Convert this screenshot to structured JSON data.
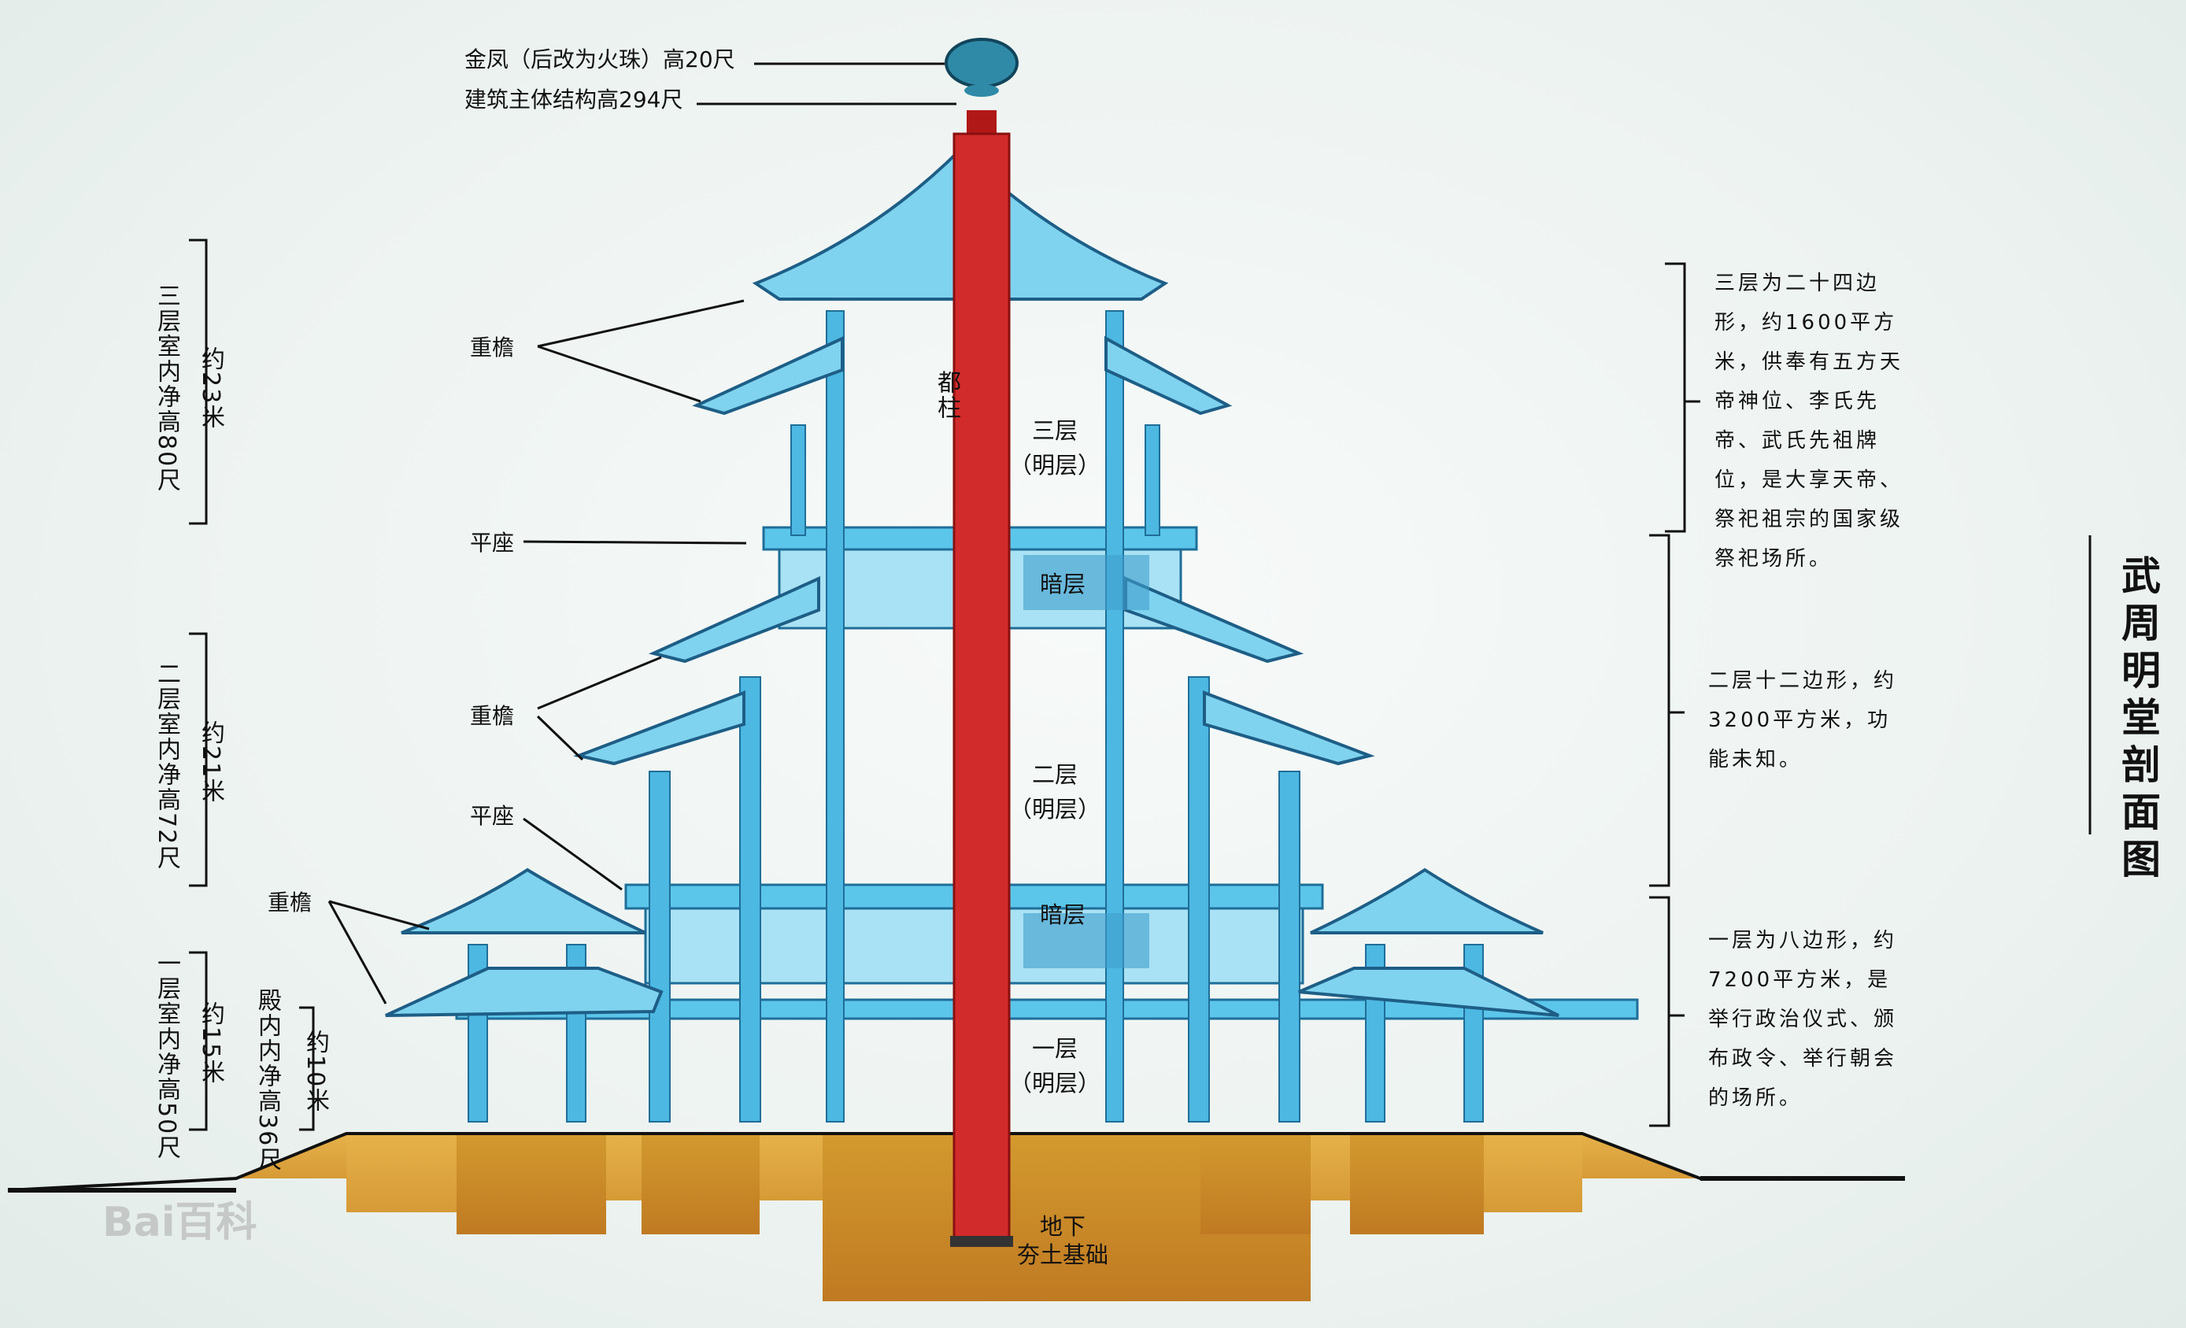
{
  "title": "武周明堂剖面图",
  "watermark": "Bai百科",
  "labels": {
    "phoenix": "金凤（后改为火珠）高20尺",
    "structure_height": "建筑主体结构高294尺",
    "double_eave": "重檐",
    "platform": "平座",
    "central_pillar": "都柱"
  },
  "floors": {
    "third": "三层",
    "second": "二层",
    "first": "一层",
    "bright_layer": "（明层）",
    "dark_layer": "暗层",
    "foundation_line1": "地下",
    "foundation_line2": "夯土基础"
  },
  "heights": {
    "third_clear": "三层室内净高80尺",
    "third_approx": "约23米",
    "second_clear": "二层室内净高72尺",
    "second_approx": "约21米",
    "first_clear": "一层室内净高50尺",
    "first_approx": "约15米",
    "hall_clear": "殿内内净高36尺",
    "hall_approx": "约10米"
  },
  "descriptions": {
    "third": "三层为二十四边形，约1600平方米，供奉有五方天帝神位、李氏先帝、武氏先祖牌位，是大享天帝、祭祀祖宗的国家级祭祀场所。",
    "second": "二层十二边形，约3200平方米，功能未知。",
    "first": "一层为八边形，约7200平方米，是举行政治仪式、颁布政令、举行朝会的场所。"
  },
  "colors": {
    "structure": "#5cc6ea",
    "pillar": "#d22b2b",
    "foundation": "#d39a2f",
    "background": "#eef3f1"
  }
}
